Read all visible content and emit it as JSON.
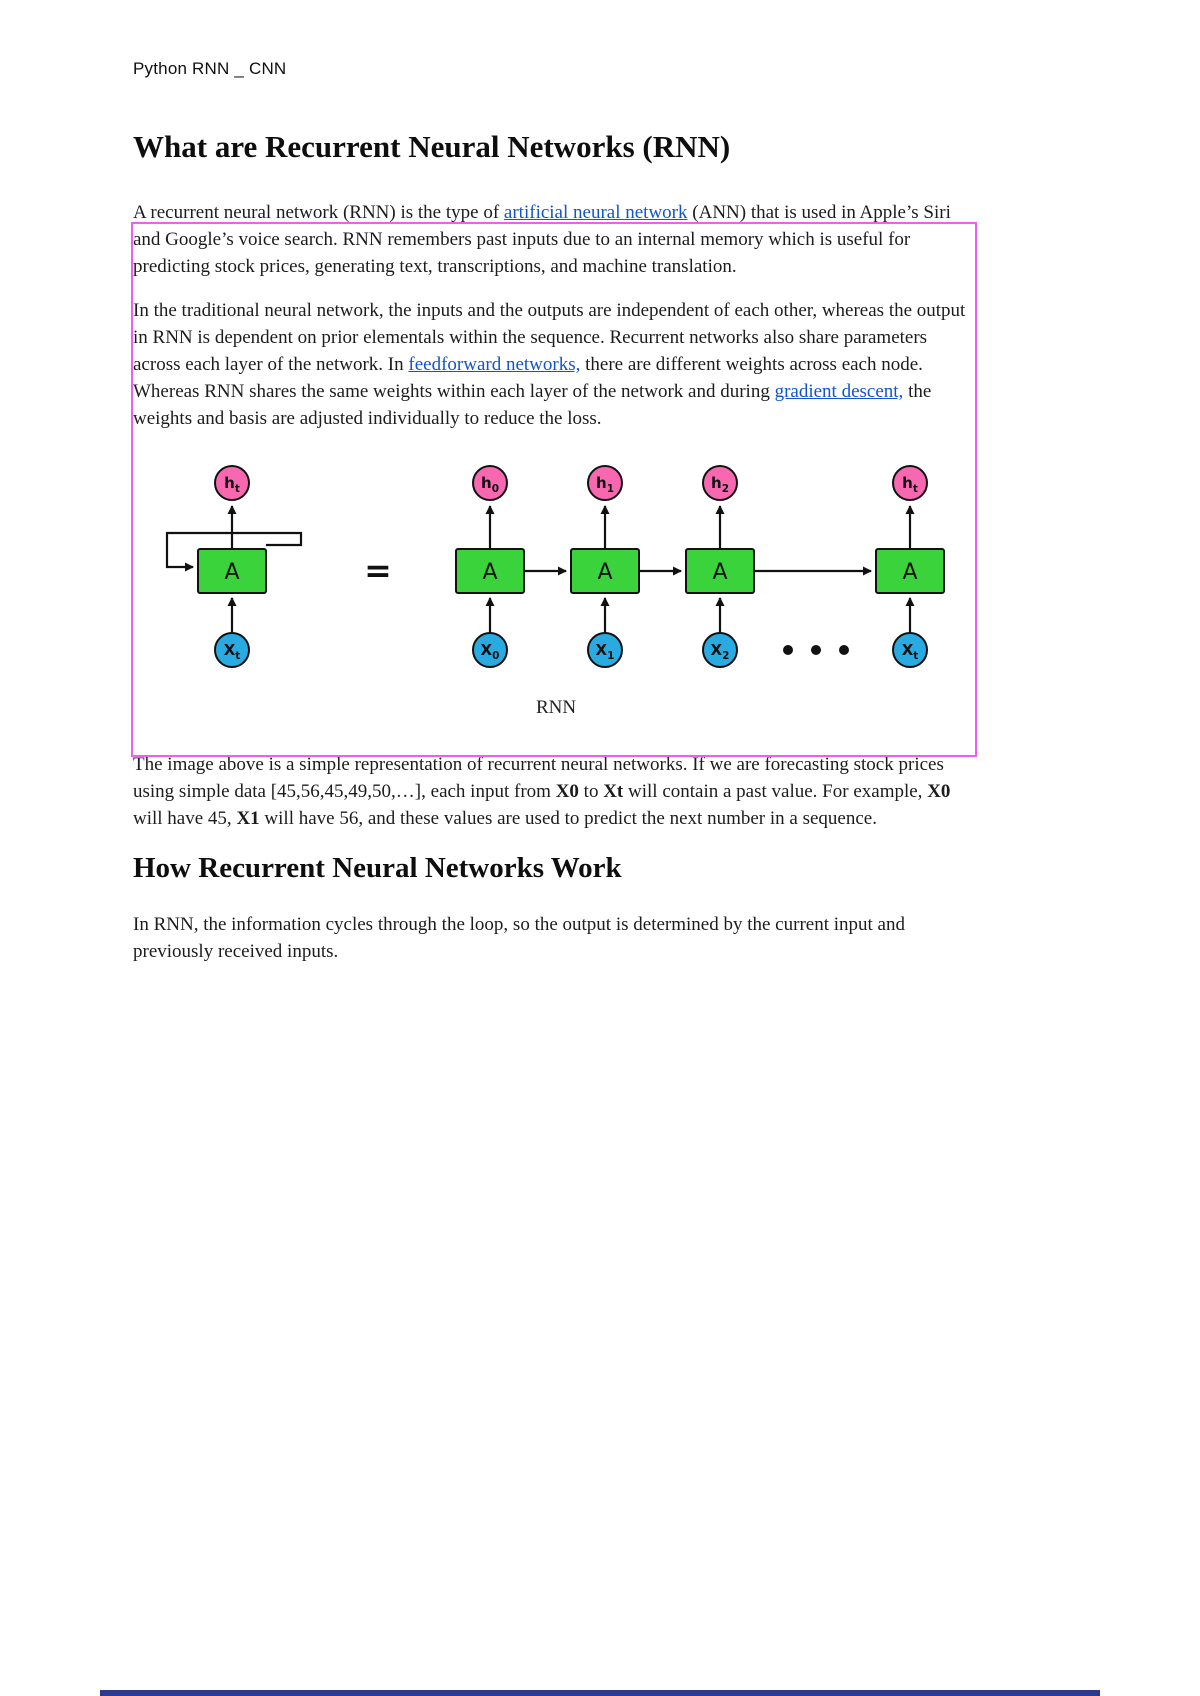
{
  "page": {
    "header": "Python RNN _ CNN",
    "bottom_bar_color": "#2b3990",
    "annotation_frame_color": "#F05EF0"
  },
  "sections": {
    "h1": "What are Recurrent Neural Networks (RNN)",
    "p1": [
      {
        "text": "A recurrent neural network (RNN) is the type of ",
        "style": "normal"
      },
      {
        "text": "artificial neural network",
        "style": "link",
        "name": "link-artificial-neural-network"
      },
      {
        "text": " (ANN) that is used in Apple’s Siri and Google’s voice search. RNN remembers past inputs due to an internal memory which is useful for predicting stock prices, generating text, transcriptions, and machine translation.",
        "style": "normal"
      }
    ],
    "p2": [
      {
        "text": "In the traditional neural network, the inputs and the outputs are independent of each other, whereas the output in RNN is dependent on prior elementals within the sequence. Recurrent networks also share parameters across each layer of the network. In ",
        "style": "normal"
      },
      {
        "text": "feedforward networks,",
        "style": "link",
        "name": "link-feedforward-networks"
      },
      {
        "text": " there are different weights across each node. Whereas RNN shares the same weights within each layer of the network and during ",
        "style": "normal"
      },
      {
        "text": "gradient descent,",
        "style": "link",
        "name": "link-gradient-descent"
      },
      {
        "text": " the weights and basis are adjusted individually to reduce the loss.",
        "style": "normal"
      }
    ],
    "p3": [
      {
        "text": "The image above is a simple representation of recurrent neural networks. If we are forecasting stock prices using simple data [45,56,45,49,50,…], each input from ",
        "style": "normal"
      },
      {
        "text": "X0",
        "style": "bold"
      },
      {
        "text": " to ",
        "style": "normal"
      },
      {
        "text": "Xt",
        "style": "bold"
      },
      {
        "text": " will contain a past value. For example, ",
        "style": "normal"
      },
      {
        "text": "X0",
        "style": "bold"
      },
      {
        "text": " will have 45, ",
        "style": "normal"
      },
      {
        "text": "X1",
        "style": "bold"
      },
      {
        "text": " will have 56, and these values are used to predict the next number in a sequence.",
        "style": "normal"
      }
    ],
    "h2": "How Recurrent Neural Networks Work",
    "p4": [
      {
        "text": "In RNN, the information cycles through the loop, so the output is determined by the current input and previously received inputs.",
        "style": "normal"
      }
    ]
  },
  "diagram": {
    "caption": "RNN",
    "equals": "=",
    "colors": {
      "h_fill": "#F768B0",
      "x_fill": "#29ABE2",
      "a_fill": "#3BD33B",
      "outline": "#111111"
    },
    "left": {
      "top_base": "h",
      "top_sub": "t",
      "box": "A",
      "bottom_base": "X",
      "bottom_sub": "t"
    },
    "units": [
      {
        "top_base": "h",
        "top_sub": "0",
        "box": "A",
        "bottom_base": "X",
        "bottom_sub": "0"
      },
      {
        "top_base": "h",
        "top_sub": "1",
        "box": "A",
        "bottom_base": "X",
        "bottom_sub": "1"
      },
      {
        "top_base": "h",
        "top_sub": "2",
        "box": "A",
        "bottom_base": "X",
        "bottom_sub": "2"
      },
      {
        "top_base": "h",
        "top_sub": "t",
        "box": "A",
        "bottom_base": "X",
        "bottom_sub": "t"
      }
    ]
  }
}
